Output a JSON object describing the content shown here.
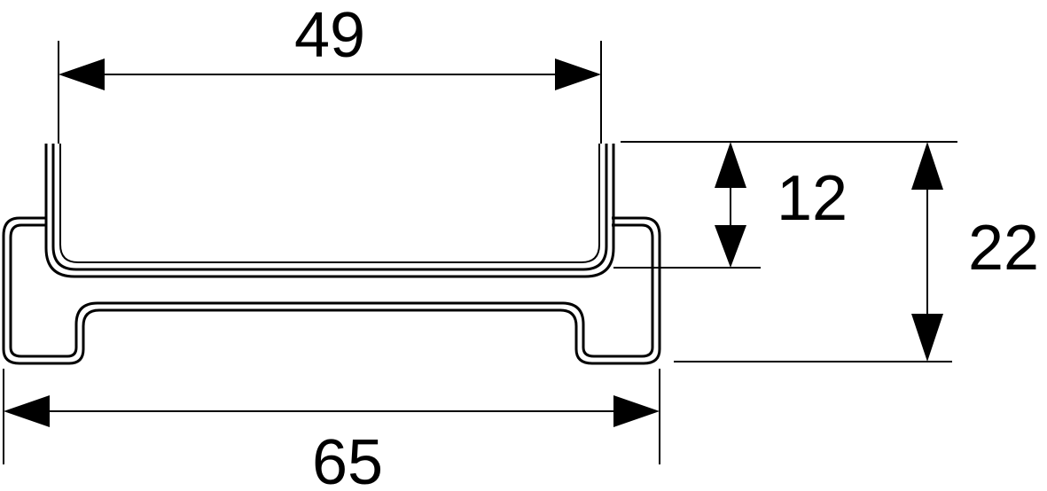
{
  "dimensions": {
    "top_width": "49",
    "bottom_width": "65",
    "channel_depth": "12",
    "total_height": "22"
  },
  "colors": {
    "line": "#000000",
    "background": "#ffffff"
  }
}
